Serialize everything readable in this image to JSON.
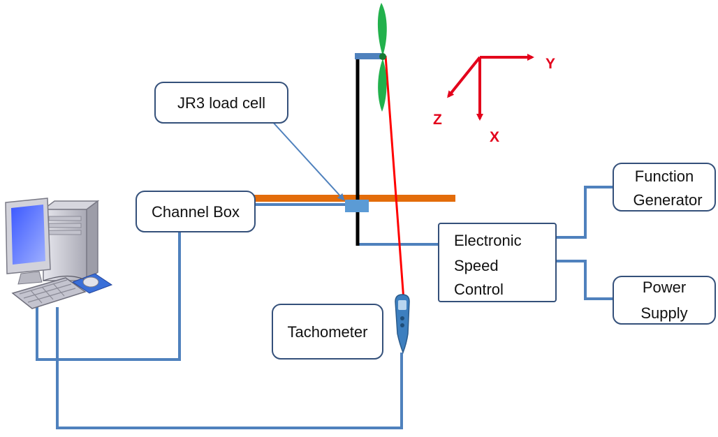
{
  "labels": {
    "jr3_load_cell": "JR3 load cell",
    "channel_box": "Channel Box",
    "tachometer": "Tachometer",
    "esc": [
      "Electronic",
      "Speed",
      "Control"
    ],
    "function_generator": [
      "Function",
      "Generator"
    ],
    "power_supply": [
      "Power",
      "Supply"
    ]
  },
  "axes": {
    "x": "X",
    "y": "Y",
    "z": "Z"
  },
  "icons": {
    "computer": "desktop-computer-icon",
    "tachometer": "handheld-tachometer-icon",
    "propeller": "propeller-icon"
  },
  "colors": {
    "wire": "#4f81bd",
    "box_border": "#34507a",
    "beam": "#e36c0a",
    "mount": "#000000",
    "laser": "#ff0000",
    "propeller": "#22b14c",
    "axes": "#e3001b",
    "load_cell": "#5b9bd5"
  }
}
